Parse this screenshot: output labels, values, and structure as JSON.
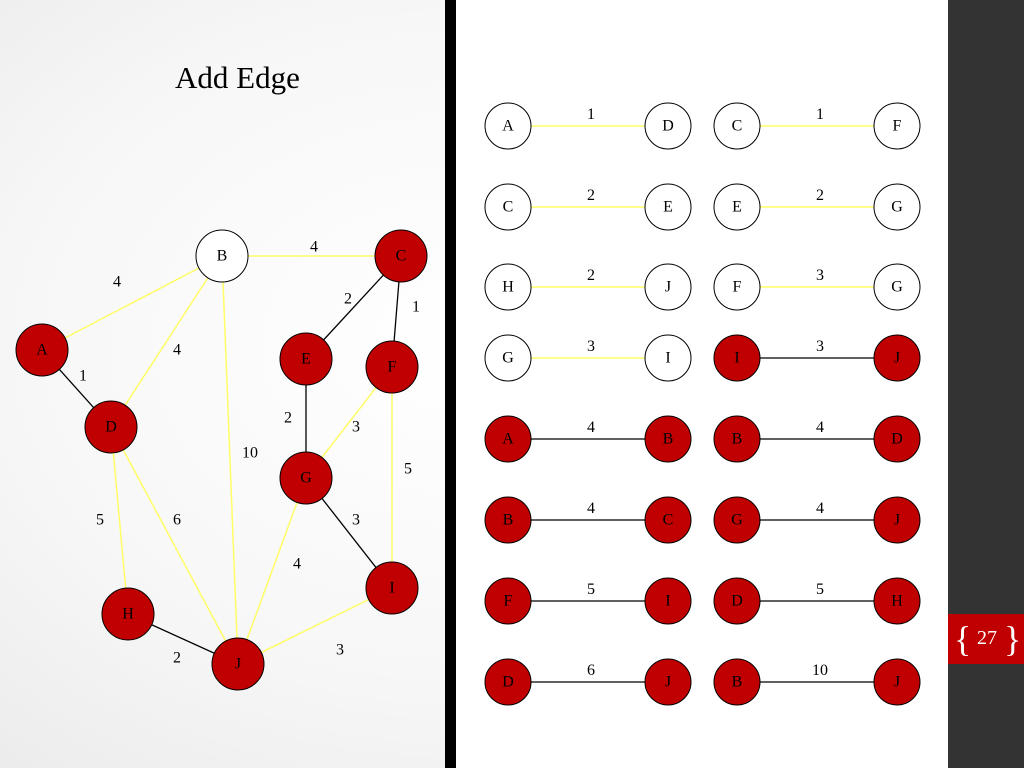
{
  "title": "Add Edge",
  "page_number": "27",
  "colors": {
    "selected": "#c00000",
    "unselected": "#ffffff",
    "candidate_edge": "#ffff66",
    "tree_edge": "#000000",
    "side_bar": "#333333"
  },
  "graph": {
    "nodes": [
      {
        "id": "A",
        "selected": true
      },
      {
        "id": "B",
        "selected": false
      },
      {
        "id": "C",
        "selected": true
      },
      {
        "id": "D",
        "selected": true
      },
      {
        "id": "E",
        "selected": true
      },
      {
        "id": "F",
        "selected": true
      },
      {
        "id": "G",
        "selected": true
      },
      {
        "id": "H",
        "selected": true
      },
      {
        "id": "I",
        "selected": true
      },
      {
        "id": "J",
        "selected": true
      }
    ],
    "edges": [
      {
        "from": "A",
        "to": "B",
        "weight": "4",
        "state": "candidate"
      },
      {
        "from": "B",
        "to": "C",
        "weight": "4",
        "state": "candidate"
      },
      {
        "from": "B",
        "to": "D",
        "weight": "4",
        "state": "candidate"
      },
      {
        "from": "B",
        "to": "J",
        "weight": "10",
        "state": "candidate"
      },
      {
        "from": "A",
        "to": "D",
        "weight": "1",
        "state": "tree"
      },
      {
        "from": "C",
        "to": "E",
        "weight": "2",
        "state": "tree"
      },
      {
        "from": "C",
        "to": "F",
        "weight": "1",
        "state": "tree"
      },
      {
        "from": "E",
        "to": "G",
        "weight": "2",
        "state": "tree"
      },
      {
        "from": "F",
        "to": "G",
        "weight": "3",
        "state": "candidate"
      },
      {
        "from": "F",
        "to": "I",
        "weight": "5",
        "state": "candidate"
      },
      {
        "from": "G",
        "to": "I",
        "weight": "3",
        "state": "tree"
      },
      {
        "from": "D",
        "to": "H",
        "weight": "5",
        "state": "candidate"
      },
      {
        "from": "D",
        "to": "J",
        "weight": "6",
        "state": "candidate"
      },
      {
        "from": "G",
        "to": "J",
        "weight": "4",
        "state": "candidate"
      },
      {
        "from": "H",
        "to": "J",
        "weight": "2",
        "state": "tree"
      },
      {
        "from": "I",
        "to": "J",
        "weight": "3",
        "state": "candidate"
      }
    ]
  },
  "edge_list": {
    "left_column": [
      {
        "from": "A",
        "to": "D",
        "weight": "1",
        "from_selected": false,
        "to_selected": false,
        "state": "candidate"
      },
      {
        "from": "C",
        "to": "E",
        "weight": "2",
        "from_selected": false,
        "to_selected": false,
        "state": "candidate"
      },
      {
        "from": "H",
        "to": "J",
        "weight": "2",
        "from_selected": false,
        "to_selected": false,
        "state": "candidate"
      },
      {
        "from": "G",
        "to": "I",
        "weight": "3",
        "from_selected": false,
        "to_selected": false,
        "state": "candidate"
      },
      {
        "from": "A",
        "to": "B",
        "weight": "4",
        "from_selected": true,
        "to_selected": true,
        "state": "tree"
      },
      {
        "from": "B",
        "to": "C",
        "weight": "4",
        "from_selected": true,
        "to_selected": true,
        "state": "tree"
      },
      {
        "from": "F",
        "to": "I",
        "weight": "5",
        "from_selected": true,
        "to_selected": true,
        "state": "tree"
      },
      {
        "from": "D",
        "to": "J",
        "weight": "6",
        "from_selected": true,
        "to_selected": true,
        "state": "tree"
      }
    ],
    "right_column": [
      {
        "from": "C",
        "to": "F",
        "weight": "1",
        "from_selected": false,
        "to_selected": false,
        "state": "candidate"
      },
      {
        "from": "E",
        "to": "G",
        "weight": "2",
        "from_selected": false,
        "to_selected": false,
        "state": "candidate"
      },
      {
        "from": "F",
        "to": "G",
        "weight": "3",
        "from_selected": false,
        "to_selected": false,
        "state": "candidate"
      },
      {
        "from": "I",
        "to": "J",
        "weight": "3",
        "from_selected": true,
        "to_selected": true,
        "state": "tree"
      },
      {
        "from": "B",
        "to": "D",
        "weight": "4",
        "from_selected": true,
        "to_selected": true,
        "state": "tree"
      },
      {
        "from": "G",
        "to": "J",
        "weight": "4",
        "from_selected": true,
        "to_selected": true,
        "state": "tree"
      },
      {
        "from": "D",
        "to": "H",
        "weight": "5",
        "from_selected": true,
        "to_selected": true,
        "state": "tree"
      },
      {
        "from": "B",
        "to": "J",
        "weight": "10",
        "from_selected": true,
        "to_selected": true,
        "state": "tree"
      }
    ]
  }
}
